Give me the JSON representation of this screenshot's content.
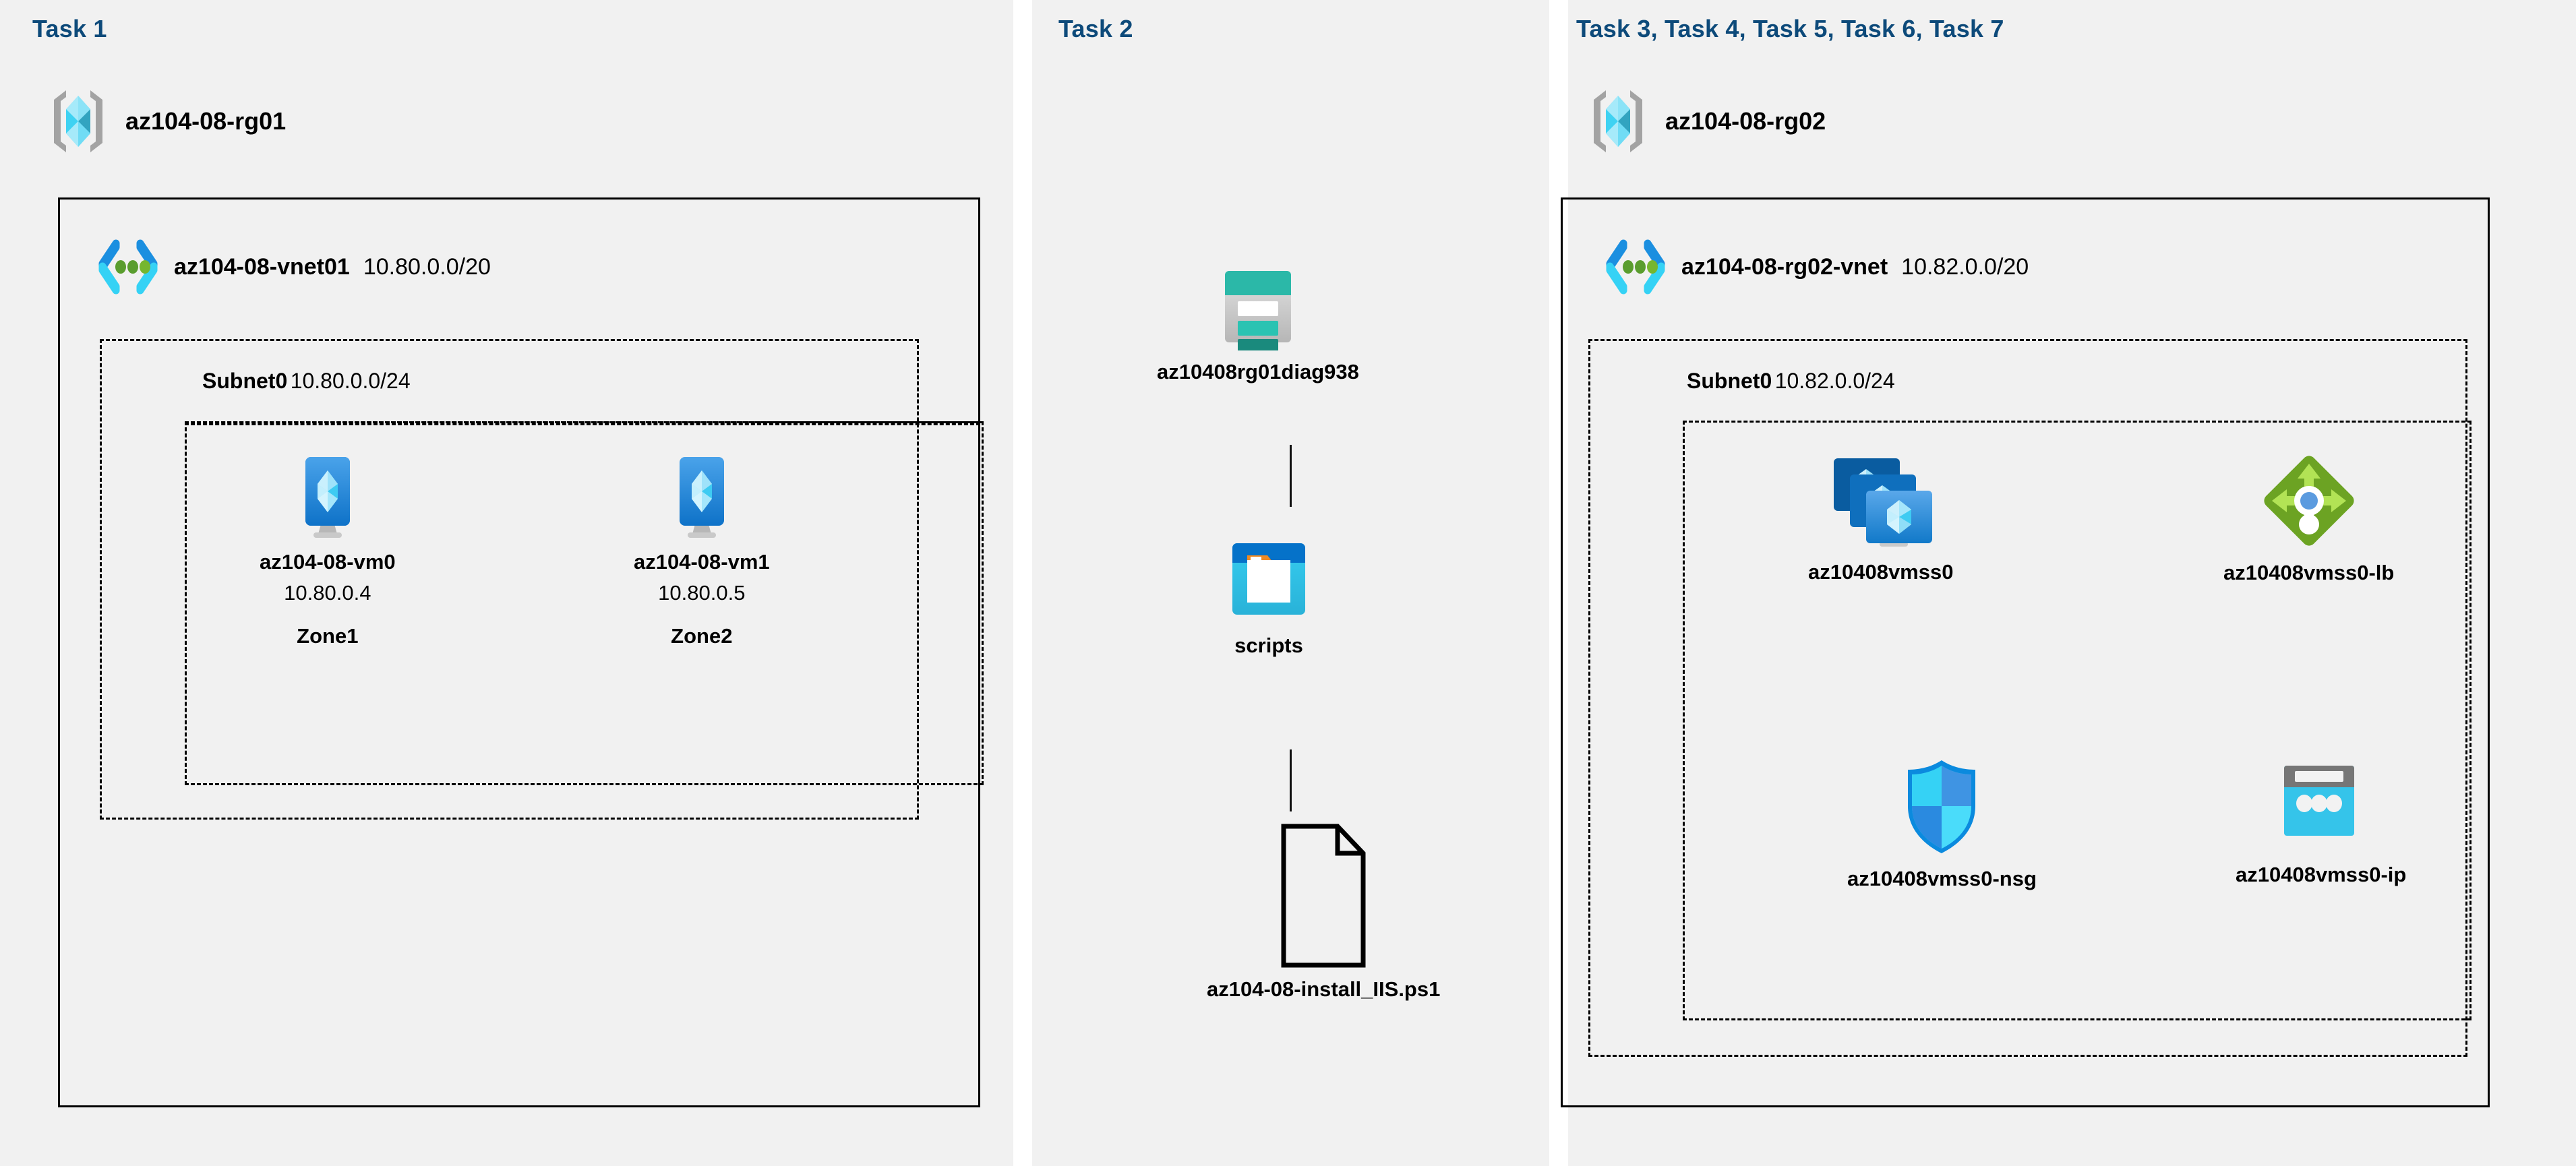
{
  "theme": {
    "page_bg": "#ffffff",
    "panel_bg": "#f1f1f1",
    "task_header_color": "#0d4a7a",
    "border_color": "#000000",
    "azure_blue": "#1b8fe0",
    "vnet_green": "#5a9d2e",
    "storage_teal": "#2bb8a8",
    "lb_green": "#7ab51d",
    "nsg_cyan": "#32d2f2",
    "ip_cyan": "#32c5ea"
  },
  "columns": {
    "task1": {
      "header": "Task 1",
      "resource_group": {
        "icon": "resource-group-icon",
        "name": "az104-08-rg01"
      },
      "vnet": {
        "icon": "virtual-network-icon",
        "name": "az104-08-vnet01",
        "cidr": "10.80.0.0/20"
      },
      "subnet": {
        "name": "Subnet0",
        "cidr": "10.80.0.0/24"
      },
      "vms": [
        {
          "icon": "virtual-machine-icon",
          "name": "az104-08-vm0",
          "ip": "10.80.0.4",
          "zone": "Zone1"
        },
        {
          "icon": "virtual-machine-icon",
          "name": "az104-08-vm1",
          "ip": "10.80.0.5",
          "zone": "Zone2"
        }
      ]
    },
    "task2": {
      "header": "Task 2",
      "nodes": [
        {
          "icon": "storage-account-icon",
          "name": "az10408rg01diag938"
        },
        {
          "icon": "blob-container-icon",
          "name": "scripts"
        },
        {
          "icon": "file-icon",
          "name": "az104-08-install_IIS.ps1"
        }
      ]
    },
    "task3to7": {
      "header": "Task 3, Task 4, Task 5, Task 6, Task 7",
      "resource_group": {
        "icon": "resource-group-icon",
        "name": "az104-08-rg02"
      },
      "vnet": {
        "icon": "virtual-network-icon",
        "name": "az104-08-rg02-vnet",
        "cidr": "10.82.0.0/20"
      },
      "subnet": {
        "name": "Subnet0",
        "cidr": "10.82.0.0/24"
      },
      "resources": [
        {
          "icon": "vm-scale-set-icon",
          "name": "az10408vmss0"
        },
        {
          "icon": "load-balancer-icon",
          "name": "az10408vmss0-lb"
        },
        {
          "icon": "network-security-group-icon",
          "name": "az10408vmss0-nsg"
        },
        {
          "icon": "public-ip-address-icon",
          "name": "az10408vmss0-ip"
        }
      ]
    }
  }
}
